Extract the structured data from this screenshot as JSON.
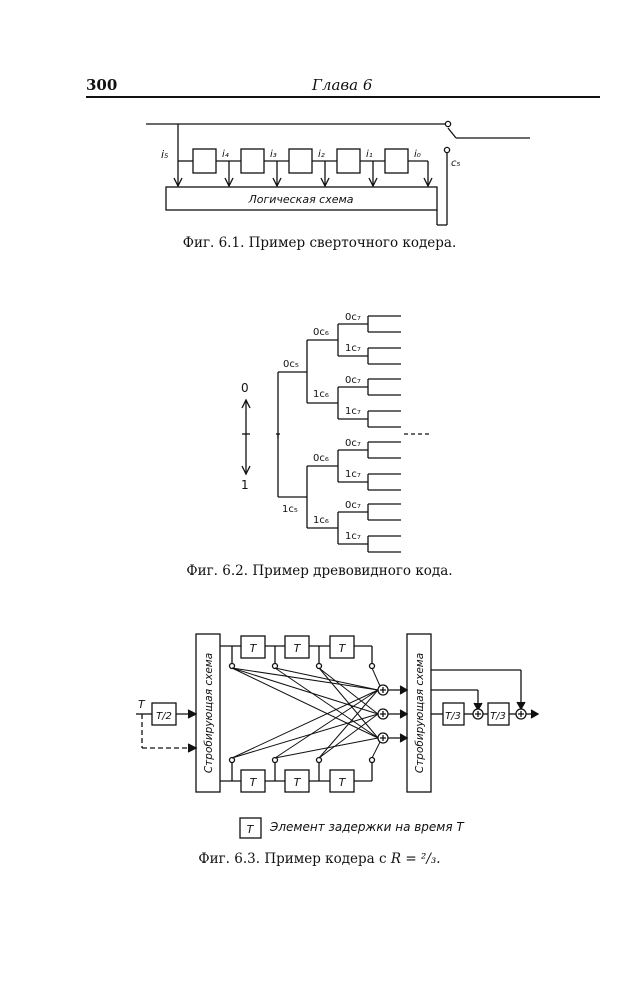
{
  "page": {
    "number": "300",
    "chapter": "Глава 6"
  },
  "fig1": {
    "caption": "Фиг. 6.1. Пример сверточного кодера.",
    "logic_label": "Логическая схема",
    "input_label": "i₅",
    "stage_labels": [
      "i₄",
      "i₃",
      "i₂",
      "i₁",
      "i₀"
    ],
    "output_label": "c₅"
  },
  "fig2": {
    "caption": "Фиг. 6.2. Пример древовидного кода.",
    "axis_top": "0",
    "axis_bottom": "1",
    "level5": [
      "0c₅",
      "1c₅"
    ],
    "level6": [
      "0c₆",
      "1c₆"
    ],
    "level7": [
      "0c₇",
      "1c₇"
    ]
  },
  "fig3": {
    "caption_prefix": "Фиг. 6.3. Пример кодера с ",
    "caption_math": "R = ²/₃.",
    "strobe_label": "Стробирующая схема",
    "delay_label": "T",
    "half_delay": "T/2",
    "third_delay": "T/3",
    "input_label": "T",
    "legend_text": "Элемент задержки на время T"
  }
}
